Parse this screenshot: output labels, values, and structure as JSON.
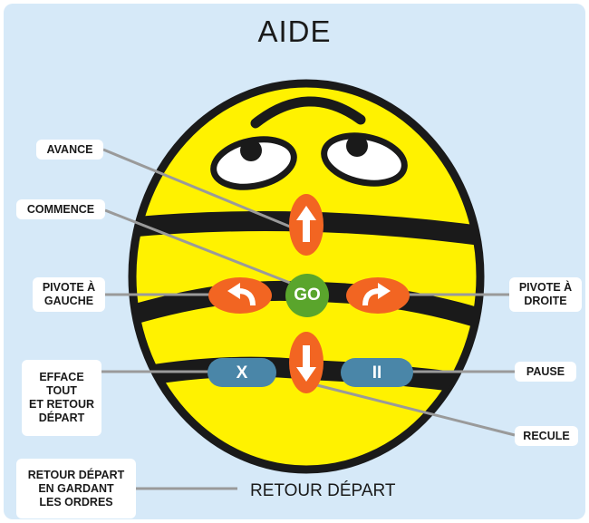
{
  "title": "AIDE",
  "labels": {
    "forward": "AVANCE",
    "start": "COMMENCE",
    "turn_left": "PIVOTE À\nGAUCHE",
    "turn_right": "PIVOTE À\nDROITE",
    "clear": "EFFACE\nTOUT\nET RETOUR\nDÉPART",
    "pause": "PAUSE",
    "backward": "RECULE",
    "reset_keep": "RETOUR DÉPART\nEN GARDANT\nLES ORDRES"
  },
  "buttons": {
    "go": "GO",
    "clear": "X",
    "pause": "II"
  },
  "footer": "RETOUR DÉPART",
  "colors": {
    "background": "#d6e9f8",
    "bee_body": "#fff200",
    "stripe": "#1a1a1a",
    "arrow_button": "#f26522",
    "go_button": "#5aa52c",
    "action_button": "#4a86a8",
    "leader_line": "#9a9a9a"
  },
  "icons": {
    "forward": "arrow-up-icon",
    "backward": "arrow-down-icon",
    "left": "turn-left-icon",
    "right": "turn-right-icon"
  }
}
